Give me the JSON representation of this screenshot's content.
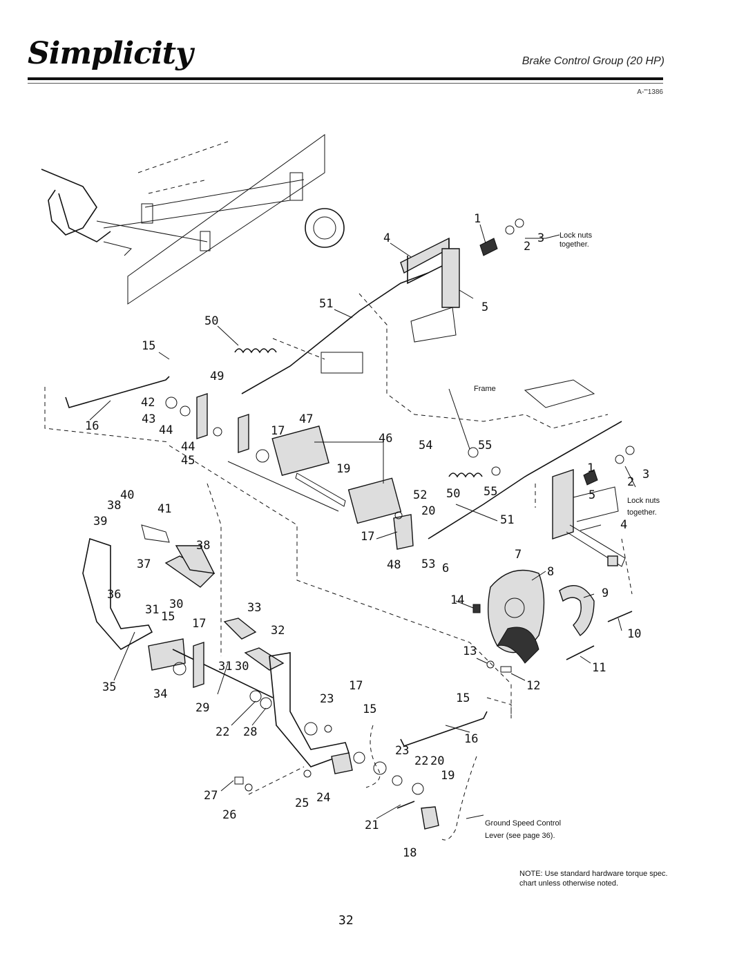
{
  "header": {
    "brand": "Simplicity",
    "title": "Brake Control Group (20 HP)",
    "figure_id": "A-\"'1386"
  },
  "callouts": {
    "c1": "1",
    "c2": "2",
    "c3": "3",
    "c4": "4",
    "c5": "5",
    "c50": "50",
    "c51": "51",
    "c15a": "15",
    "c49": "49",
    "c16a": "16",
    "c42": "42",
    "c43": "43",
    "c44a": "44",
    "c44b": "44",
    "c45": "45",
    "c17a": "17",
    "c47": "47",
    "c46": "46",
    "c19a": "19",
    "c52": "52",
    "c20a": "20",
    "c17b": "17",
    "c48": "48",
    "c53": "53",
    "c6": "6",
    "c54": "54",
    "c55a": "55",
    "c50b": "50",
    "c55b": "55",
    "c51b": "51",
    "c1b": "1",
    "c2b": "2",
    "c3b": "3",
    "c5b": "5",
    "c4b": "4",
    "c7": "7",
    "c8": "8",
    "c9": "9",
    "c10": "10",
    "c11": "11",
    "c12": "12",
    "c13": "13",
    "c14": "14",
    "c40": "40",
    "c38a": "38",
    "c41": "41",
    "c39": "39",
    "c38": "38",
    "c37": "37",
    "c36": "36",
    "c31a": "31",
    "c30a": "30",
    "c15b": "15",
    "c17c": "17",
    "c33": "33",
    "c32": "32",
    "c35": "35",
    "c34": "34",
    "c29": "29",
    "c31b": "31",
    "c30b": "30",
    "c22a": "22",
    "c28": "28",
    "c23a": "23",
    "c17d": "17",
    "c15c": "15",
    "c15d": "15",
    "c16b": "16",
    "c23b": "23",
    "c22b": "22",
    "c20b": "20",
    "c19b": "19",
    "c27": "27",
    "c26": "26",
    "c25": "25",
    "c24": "24",
    "c21": "21",
    "c18": "18"
  },
  "labels": {
    "lock_nuts_top": "Lock nuts",
    "together_top": "together.",
    "frame": "Frame",
    "lock_nuts_right": "Lock nuts",
    "together_right": "together.",
    "ground_speed_1": "Ground Speed Control",
    "ground_speed_2": "Lever (see page 36)."
  },
  "note": "NOTE: Use standard hardware torque spec. chart unless otherwise noted.",
  "page_number": "32"
}
